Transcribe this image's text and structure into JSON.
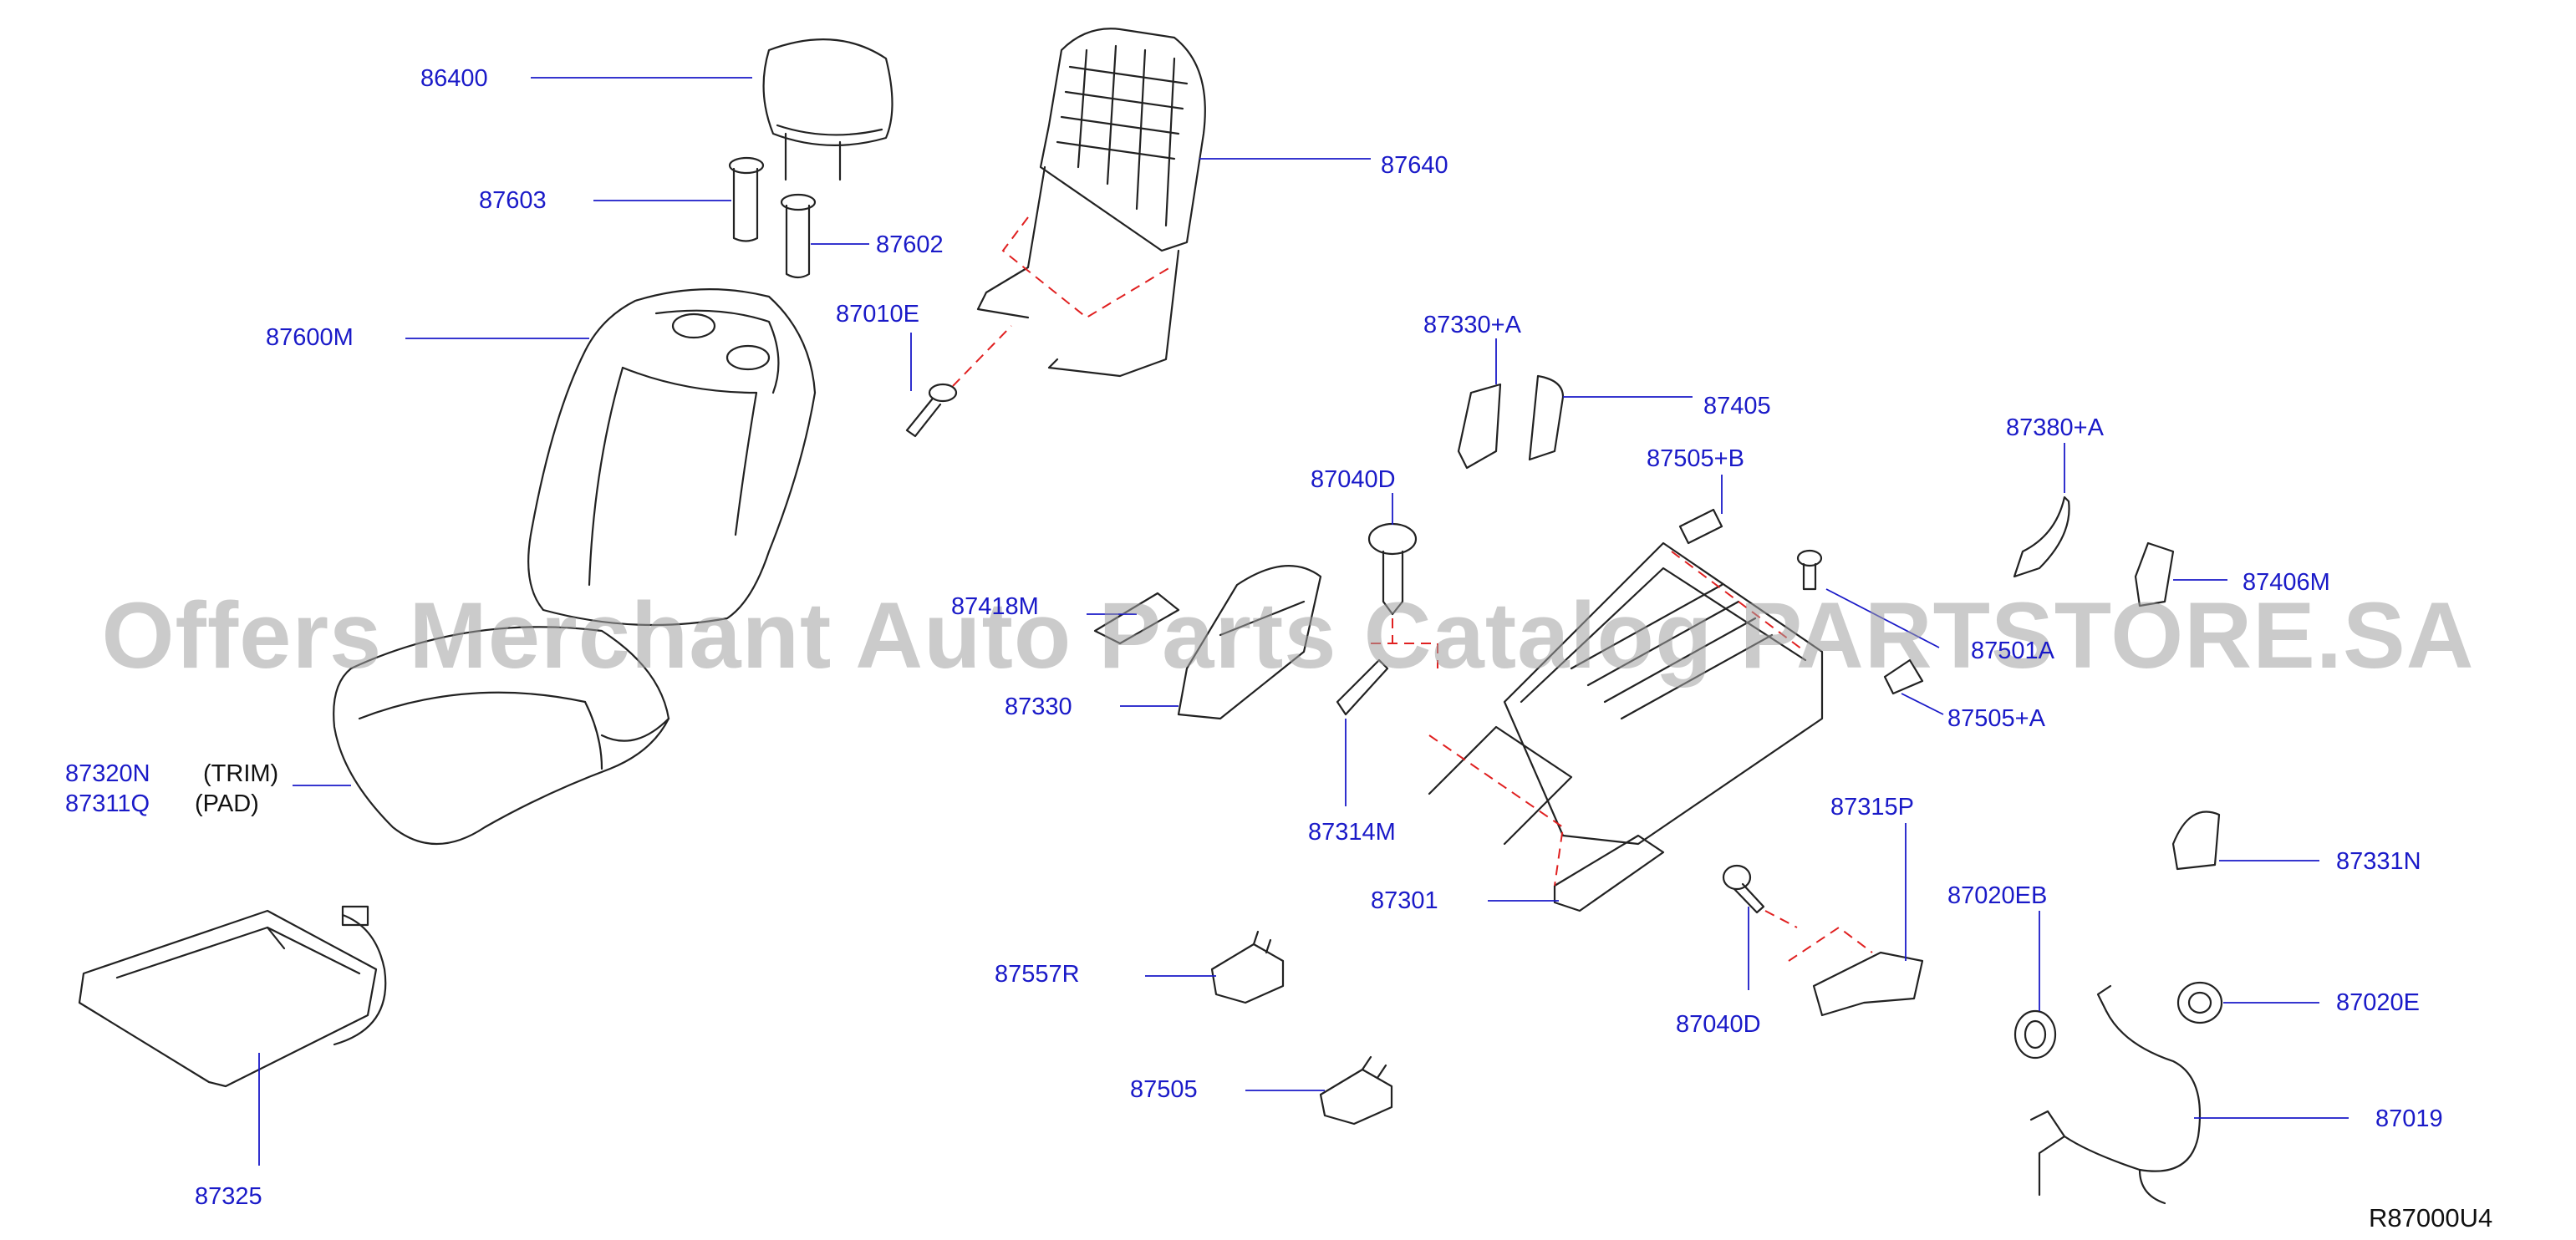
{
  "diagram_code": "R87000U4",
  "watermark": "Offers Merchant Auto Parts Catalog PARTSTORE.SA",
  "labels": {
    "p86400": "86400",
    "p87603": "87603",
    "p87602": "87602",
    "p87600M": "87600M",
    "p87320N": "87320N",
    "trim": "(TRIM)",
    "p87311Q": "87311Q",
    "pad": "(PAD)",
    "p87325": "87325",
    "p87640": "87640",
    "p87010E": "87010E",
    "p87330A": "87330+A",
    "p87405": "87405",
    "p87040D_top": "87040D",
    "p87505B": "87505+B",
    "p87380A": "87380+A",
    "p87418M": "87418M",
    "p87406M": "87406M",
    "p87501A": "87501A",
    "p87330": "87330",
    "p87505A": "87505+A",
    "p87314M": "87314M",
    "p87315P": "87315P",
    "p87331N": "87331N",
    "p87301": "87301",
    "p87020EB": "87020EB",
    "p87557R": "87557R",
    "p87040D_bottom": "87040D",
    "p87020E": "87020E",
    "p87505": "87505",
    "p87019": "87019"
  }
}
